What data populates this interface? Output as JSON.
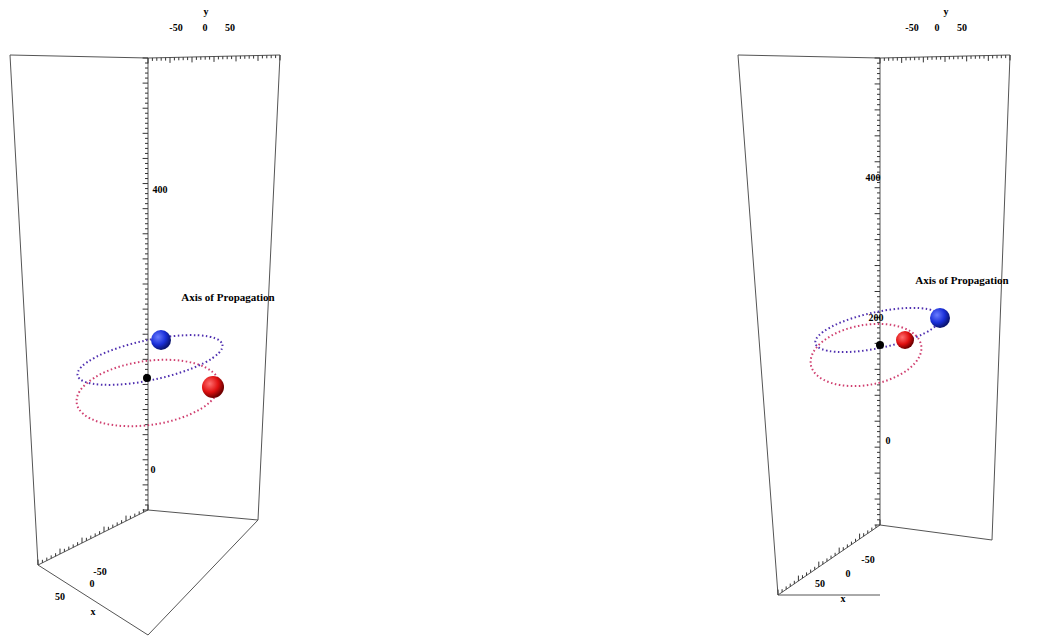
{
  "diagram": {
    "labels": [
      "y",
      "-50",
      "0",
      "50",
      "400",
      "Axis of Propagation",
      "0",
      "-50",
      "0",
      "50",
      "x",
      "y",
      "-50",
      "0",
      "50",
      "400",
      "Axis of Propagation",
      "200",
      "0",
      "-50",
      "0",
      "50",
      "x"
    ]
  }
}
